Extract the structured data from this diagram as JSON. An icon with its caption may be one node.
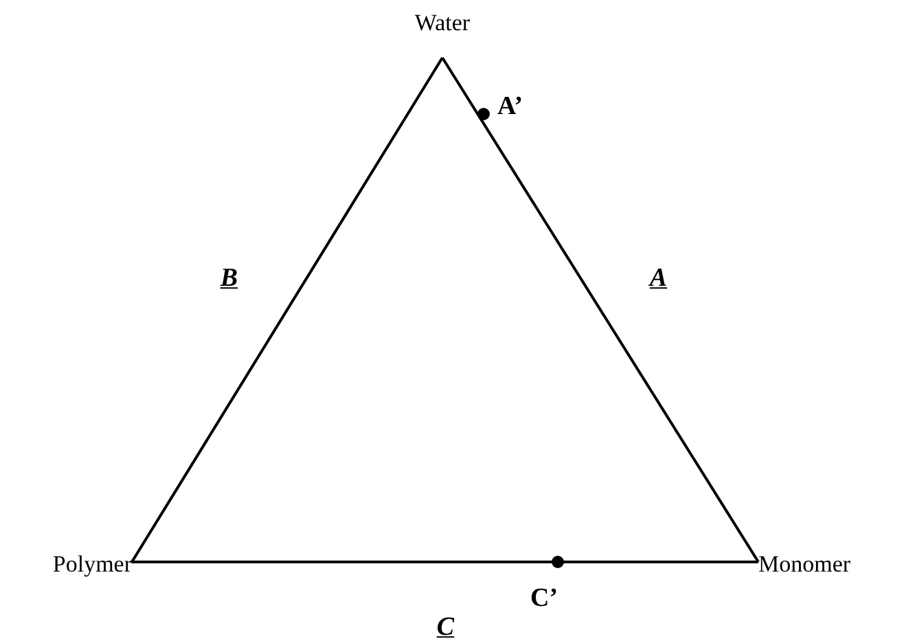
{
  "diagram": {
    "nodes": [
      {
        "text": [
          "Water"
        ]
      },
      {
        "text": [
          "Polymer"
        ]
      },
      {
        "text": [
          "Monomer"
        ]
      }
    ],
    "edges": [
      {
        "from": 0,
        "to": 1,
        "arrow": "none",
        "label": "B"
      },
      {
        "from": 0,
        "to": 2,
        "arrow": "none",
        "label": "A"
      },
      {
        "from": 1,
        "to": 2,
        "arrow": "none",
        "label": "C"
      }
    ],
    "labels": [
      "A’",
      "C’"
    ]
  }
}
